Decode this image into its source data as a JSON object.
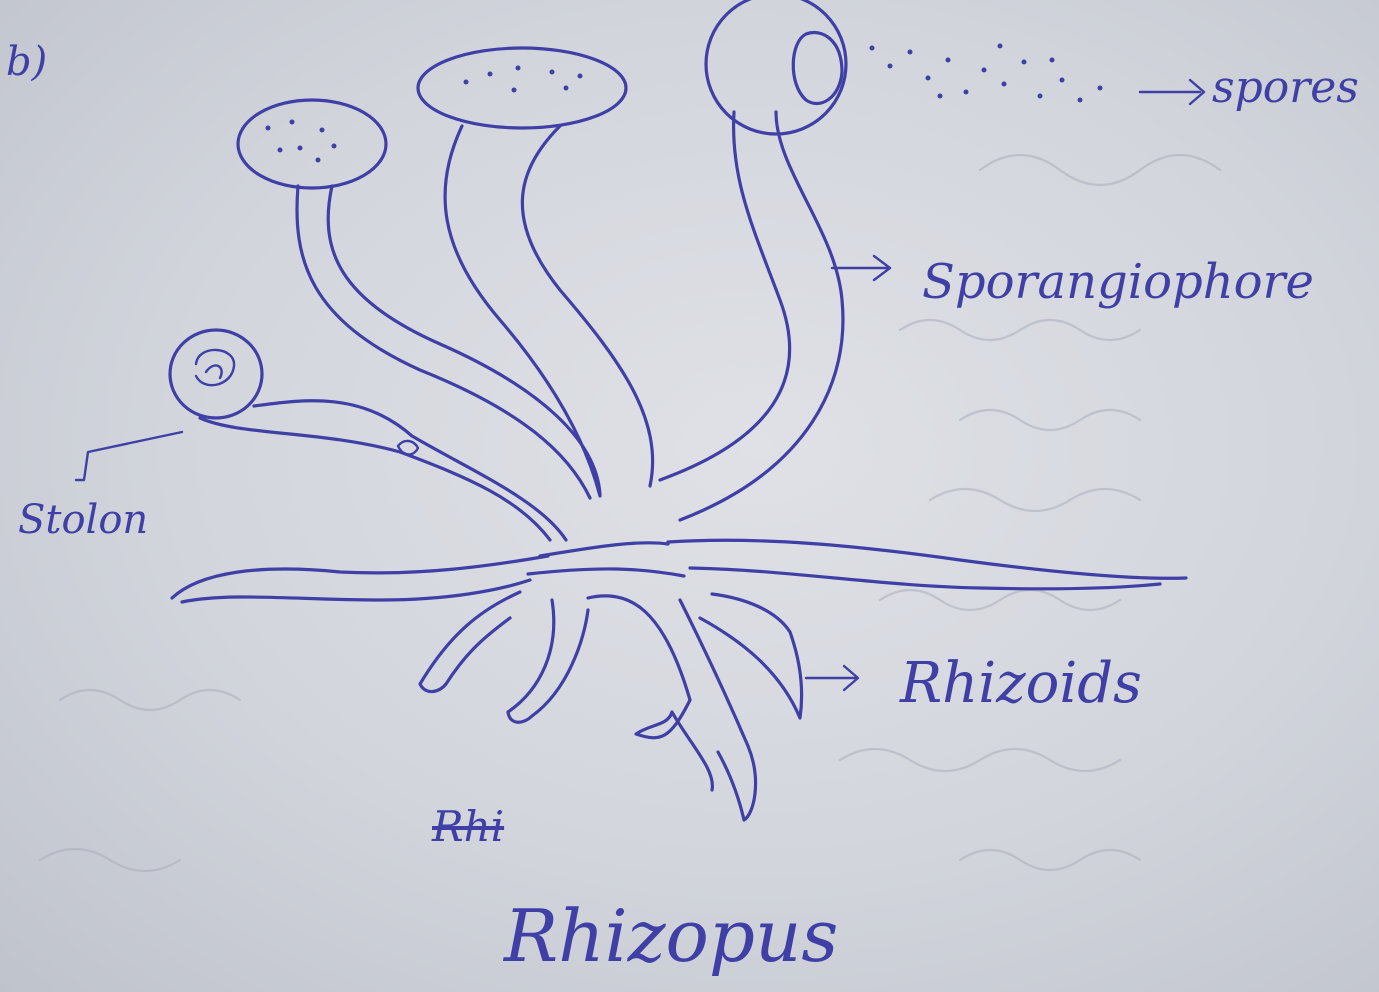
{
  "diagram": {
    "part_label": "b)",
    "title": "Rhizopus",
    "scratched_label": "Rhi",
    "labels": {
      "spores": "spores",
      "sporangiophore": "Sporangiophore",
      "stolon": "Stolon",
      "rhizoids": "Rhizoids"
    },
    "colors": {
      "ink": "#3f3fa6",
      "paper": "#d5d8de"
    }
  }
}
